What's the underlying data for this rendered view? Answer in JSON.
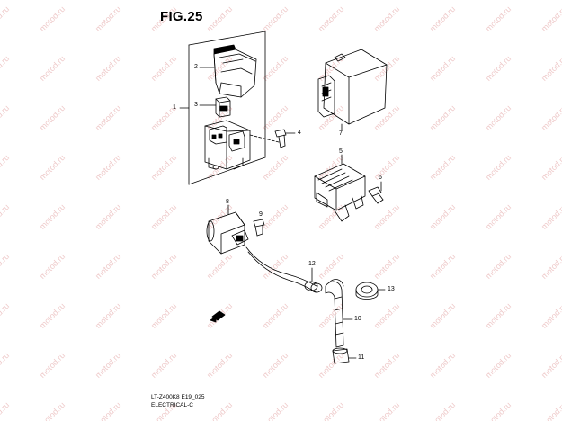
{
  "figure": {
    "title": "FIG.25",
    "model_code": "LT-Z400K8 E19_025",
    "section": "ELECTRICAL-C"
  },
  "callouts": {
    "c1": "1",
    "c2": "2",
    "c3": "3",
    "c4": "4",
    "c5": "5",
    "c6": "6",
    "c7": "7",
    "c8": "8",
    "c9": "9",
    "c10": "10",
    "c11": "11",
    "c12": "12",
    "c13": "13"
  },
  "watermark": "motod.ru",
  "colors": {
    "line": "#000000",
    "watermark": "#e9b8b8",
    "background": "#ffffff"
  }
}
